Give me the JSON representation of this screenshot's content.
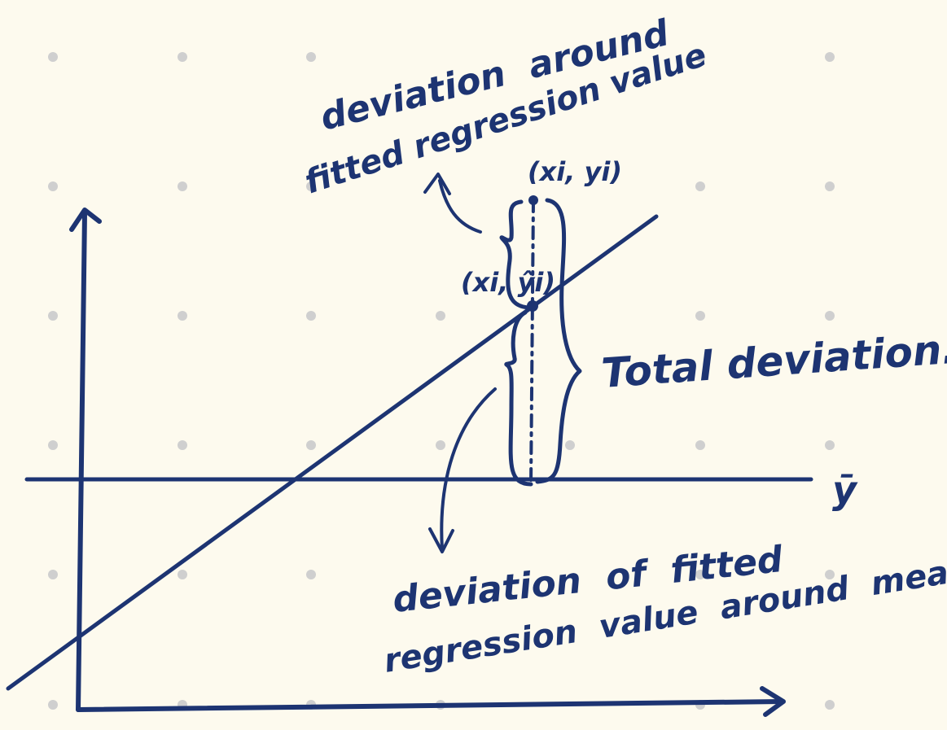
{
  "labels": {
    "top_annotation_line1": "deviation  around",
    "top_annotation_line2": "fitted regression value",
    "observed_point": "(xi, yi)",
    "fitted_point": "(xi, ŷi)",
    "total_deviation": "Total deviation.",
    "mean_label": "ȳ",
    "bottom_annotation_line1": "deviation  of  fitted",
    "bottom_annotation_line2": "regression  value  around  mean"
  },
  "colors": {
    "background": "#fdfaee",
    "ink": "#1d3472",
    "grid_dot": "#cfcfcf"
  }
}
